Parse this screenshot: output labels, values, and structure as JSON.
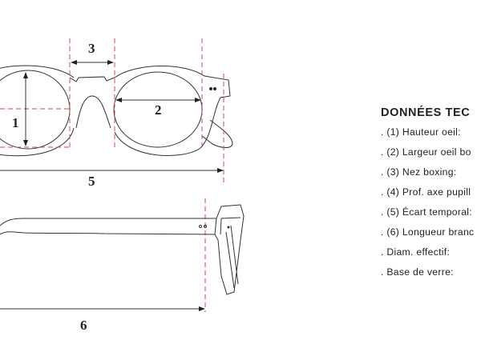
{
  "diagram": {
    "labels": {
      "height": "1",
      "width": "2",
      "bridge": "3",
      "temple_span": "5",
      "temple_length": "6"
    },
    "colors": {
      "line": "#333333",
      "dimension_guide": "#d9484f"
    }
  },
  "specs": {
    "title": "DONNÉES TEC",
    "items": [
      ". (1) Hauteur oeil:",
      ". (2) Largeur oeil bo",
      ". (3) Nez boxing:",
      ". (4) Prof. axe pupill",
      ". (5) Écart temporal:",
      ". (6) Longueur branc",
      ". Diam. effectif:",
      ". Base de verre:"
    ]
  }
}
